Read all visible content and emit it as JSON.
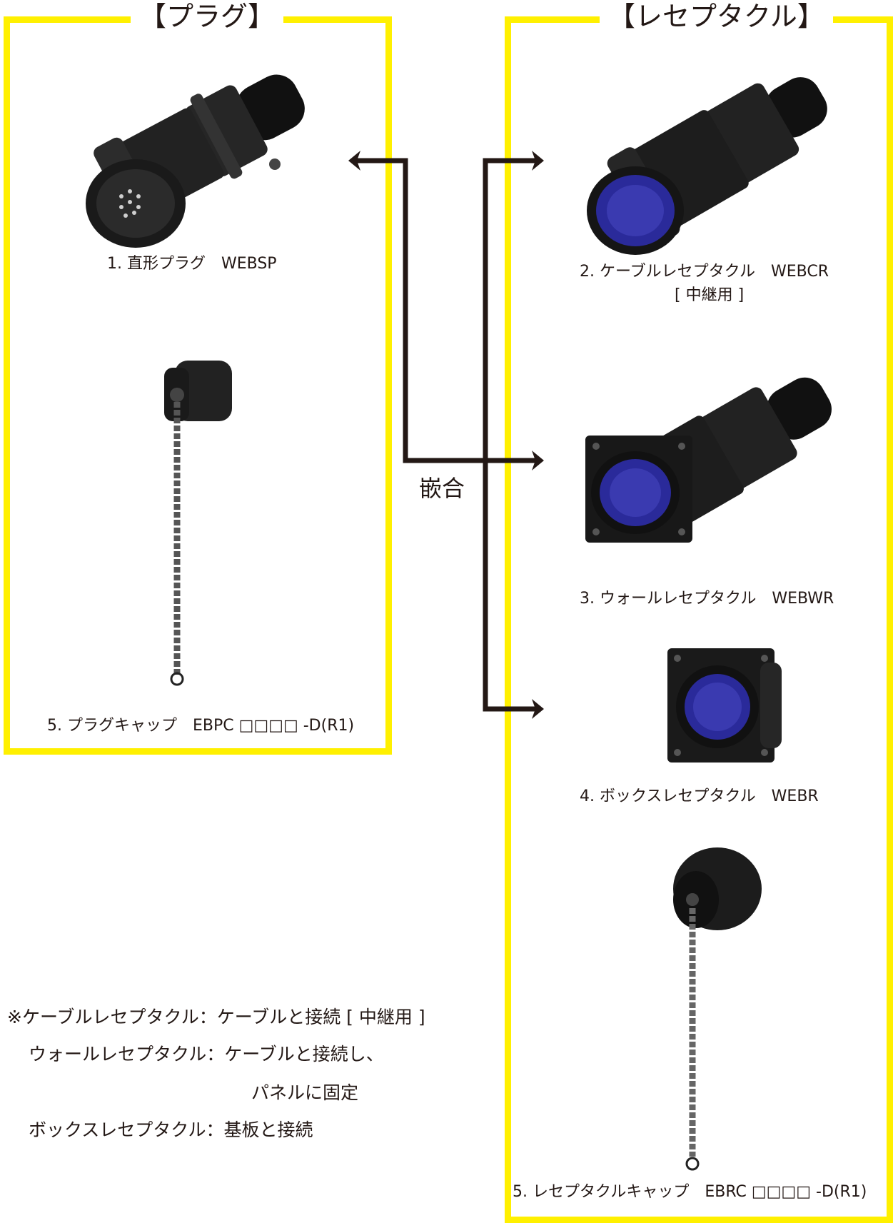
{
  "plug_group": {
    "title": "【プラグ】"
  },
  "receptacle_group": {
    "title": "【レセプタクル】"
  },
  "fit_label": "嵌合",
  "items": {
    "straight_plug": {
      "caption": "1. 直形プラグ　WEBSP"
    },
    "plug_cap": {
      "caption": "5. プラグキャップ　EBPC □□□□ -D(R1)"
    },
    "cable_receptacle": {
      "caption": "2. ケーブルレセプタクル　WEBCR",
      "caption_sub": "[ 中継用 ]"
    },
    "wall_receptacle": {
      "caption": "3. ウォールレセプタクル　WEBWR"
    },
    "box_receptacle": {
      "caption": "4. ボックスレセプタクル　WEBR"
    },
    "receptacle_cap": {
      "caption": "5. レセプタクルキャップ　EBRC □□□□ -D(R1)"
    }
  },
  "notes": [
    {
      "term": "※ケーブルレセプタクル",
      "sep": "：",
      "desc": "ケーブルと接続 [ 中継用 ]"
    },
    {
      "term": "ウォールレセプタクル",
      "sep": "：",
      "desc": "ケーブルと接続し、"
    },
    {
      "term": "",
      "sep": "",
      "desc": "パネルに固定"
    },
    {
      "term": "ボックスレセプタクル",
      "sep": "：",
      "desc": "基板と接続"
    }
  ],
  "colors": {
    "frame": "#fff000",
    "connector_body": "#1e1e1e",
    "insert": "#2a2a9a",
    "arrow": "#231815"
  }
}
